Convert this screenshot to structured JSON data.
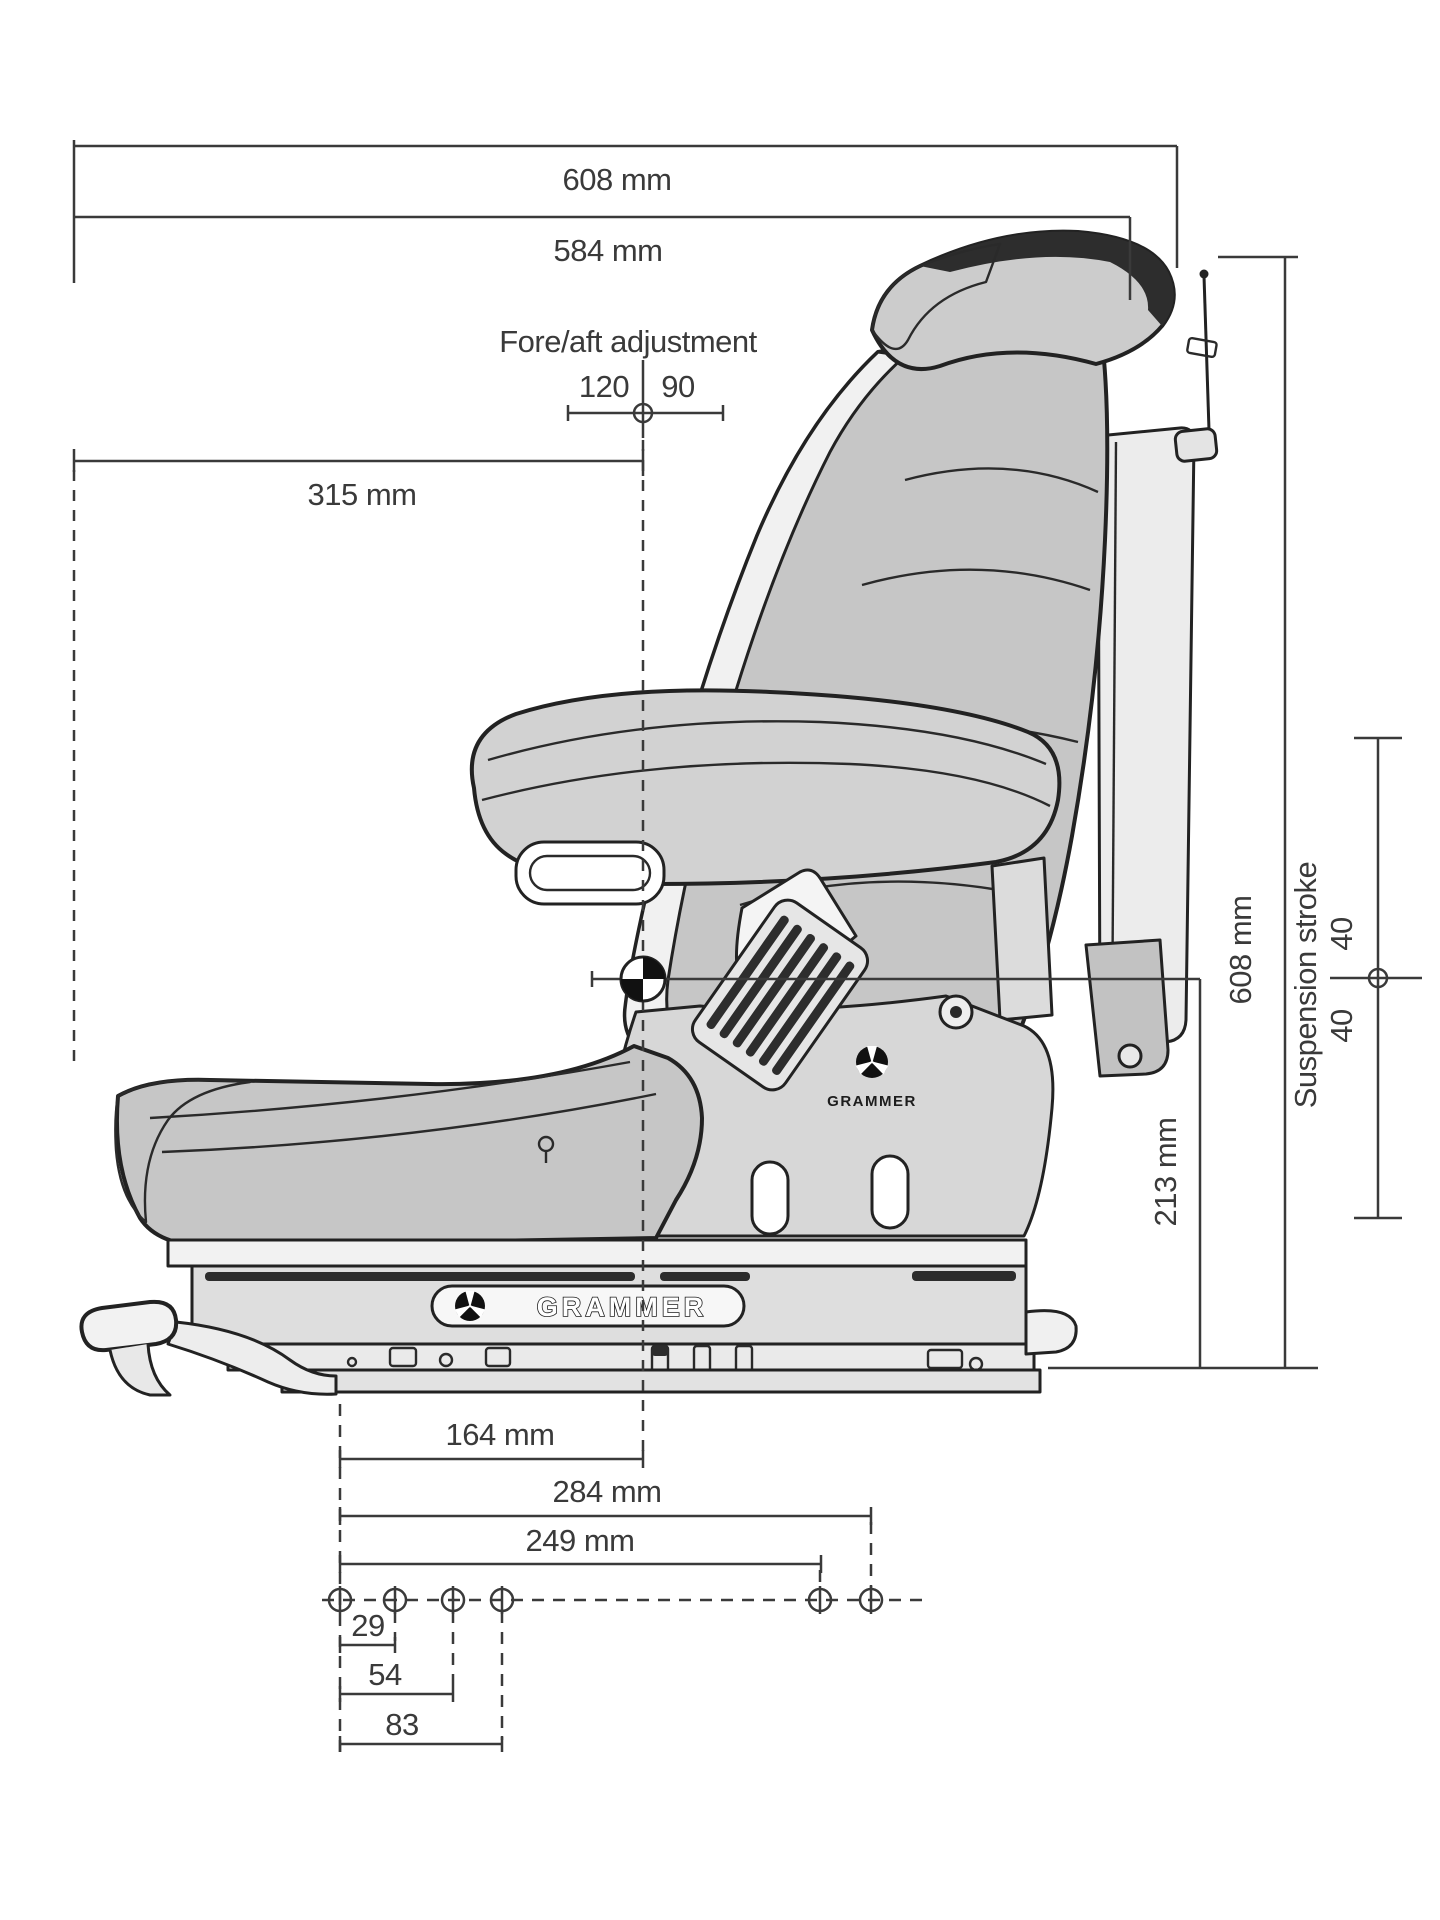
{
  "branding": {
    "base_badge": "GRAMMER",
    "side_logo": "GRAMMER"
  },
  "dimensions": {
    "top_width": "608 mm",
    "backrest_width": "584 mm",
    "fore_aft": {
      "label": "Fore/aft adjustment",
      "rear_travel": "120",
      "front_travel": "90"
    },
    "cushion_depth": "315 mm",
    "overall_height": "608 mm",
    "suspension_stroke": {
      "label": "Suspension stroke",
      "upper": "40",
      "lower": "40"
    },
    "base_height": "213 mm",
    "hole_center_to_seat_center": "164 mm",
    "hole_span_outer": "284 mm",
    "hole_span_inner": "249 mm",
    "hole_spacing_1": "29",
    "hole_spacing_2": "54",
    "hole_spacing_3": "83"
  }
}
